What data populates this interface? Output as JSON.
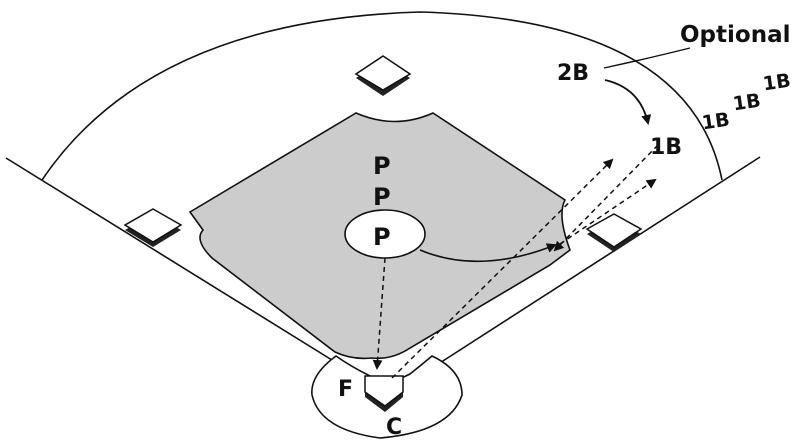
{
  "labels": {
    "optional": "Optional",
    "second_base": "2B",
    "first_base_target": "1B",
    "first_base_1": "1B",
    "first_base_2": "1B",
    "first_base_3": "1B",
    "pitcher_1": "P",
    "pitcher_2": "P",
    "pitcher_3": "P",
    "fielder": "F",
    "catcher": "C"
  },
  "colors": {
    "infield": "#cccccc",
    "line": "#111111",
    "field": "#ffffff"
  }
}
